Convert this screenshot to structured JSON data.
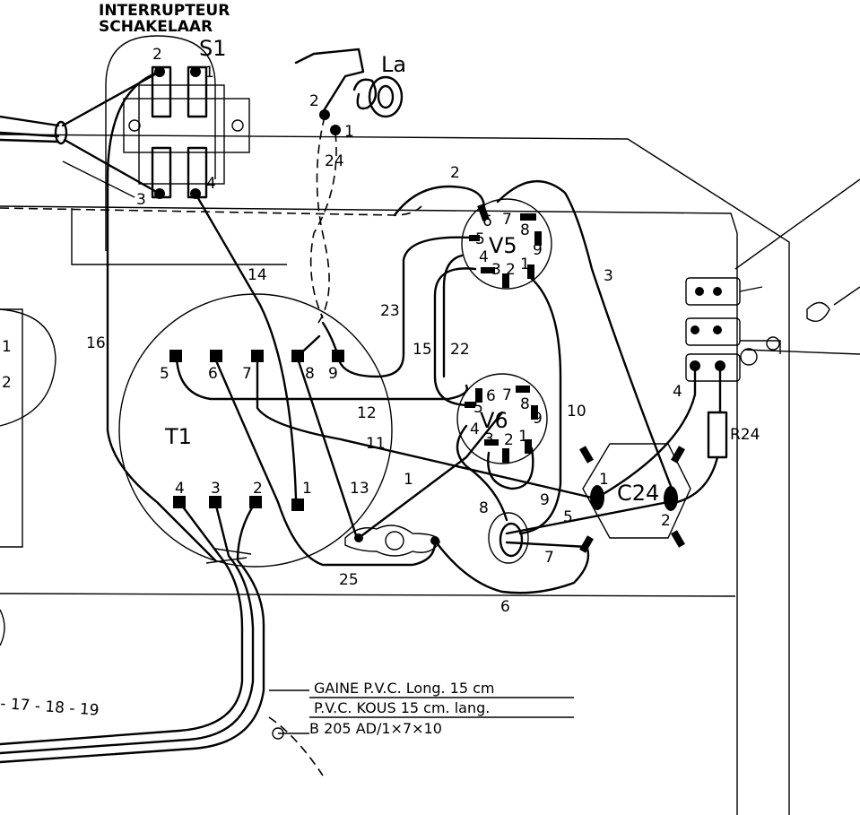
{
  "colors": {
    "ink": "#000000",
    "paper": "#ffffff"
  },
  "switch": {
    "title_fr": "INTERRUPTEUR",
    "title_nl": "SCHAKELAAR",
    "ref": "S1",
    "pin_1": "1",
    "pin_2": "2",
    "pin_3": "3",
    "pin_4": "4"
  },
  "lamp": {
    "ref": "La",
    "pin_1": "1",
    "pin_2": "2"
  },
  "tube_v5": {
    "ref": "V5",
    "pins": [
      "1",
      "2",
      "3",
      "4",
      "5",
      "6",
      "7",
      "8",
      "9"
    ]
  },
  "tube_v6": {
    "ref": "V6",
    "pins": [
      "1",
      "2",
      "3",
      "4",
      "5",
      "6",
      "7",
      "8",
      "9"
    ]
  },
  "transformer": {
    "ref": "T1",
    "top_pins": [
      "5",
      "6",
      "7",
      "8",
      "9"
    ],
    "bottom_pins": [
      "4",
      "3",
      "2",
      "1"
    ]
  },
  "capacitor": {
    "ref": "C24",
    "pin_1": "1",
    "pin_2": "2"
  },
  "resistor": {
    "ref": "R24"
  },
  "wires": {
    "w1": "1",
    "w2": "2",
    "w3": "3",
    "w4": "4",
    "w5": "5",
    "w6": "6",
    "w7": "7",
    "w8": "8",
    "w9": "9",
    "w10": "10",
    "w11": "11",
    "w12": "12",
    "w13": "13",
    "w14": "14",
    "w15": "15",
    "w16": "16",
    "w22": "22",
    "w23": "23",
    "w24": "24",
    "w25": "25"
  },
  "side_labels": {
    "left_1": "1",
    "left_2": "2",
    "series": "- 17 - 18 - 19"
  },
  "notes": {
    "line1": "GAINE  P.V.C.  Long. 15 cm",
    "line2": "P.V.C. KOUS   15 cm. lang.",
    "line3": "B 205  AD/1×7×10"
  }
}
